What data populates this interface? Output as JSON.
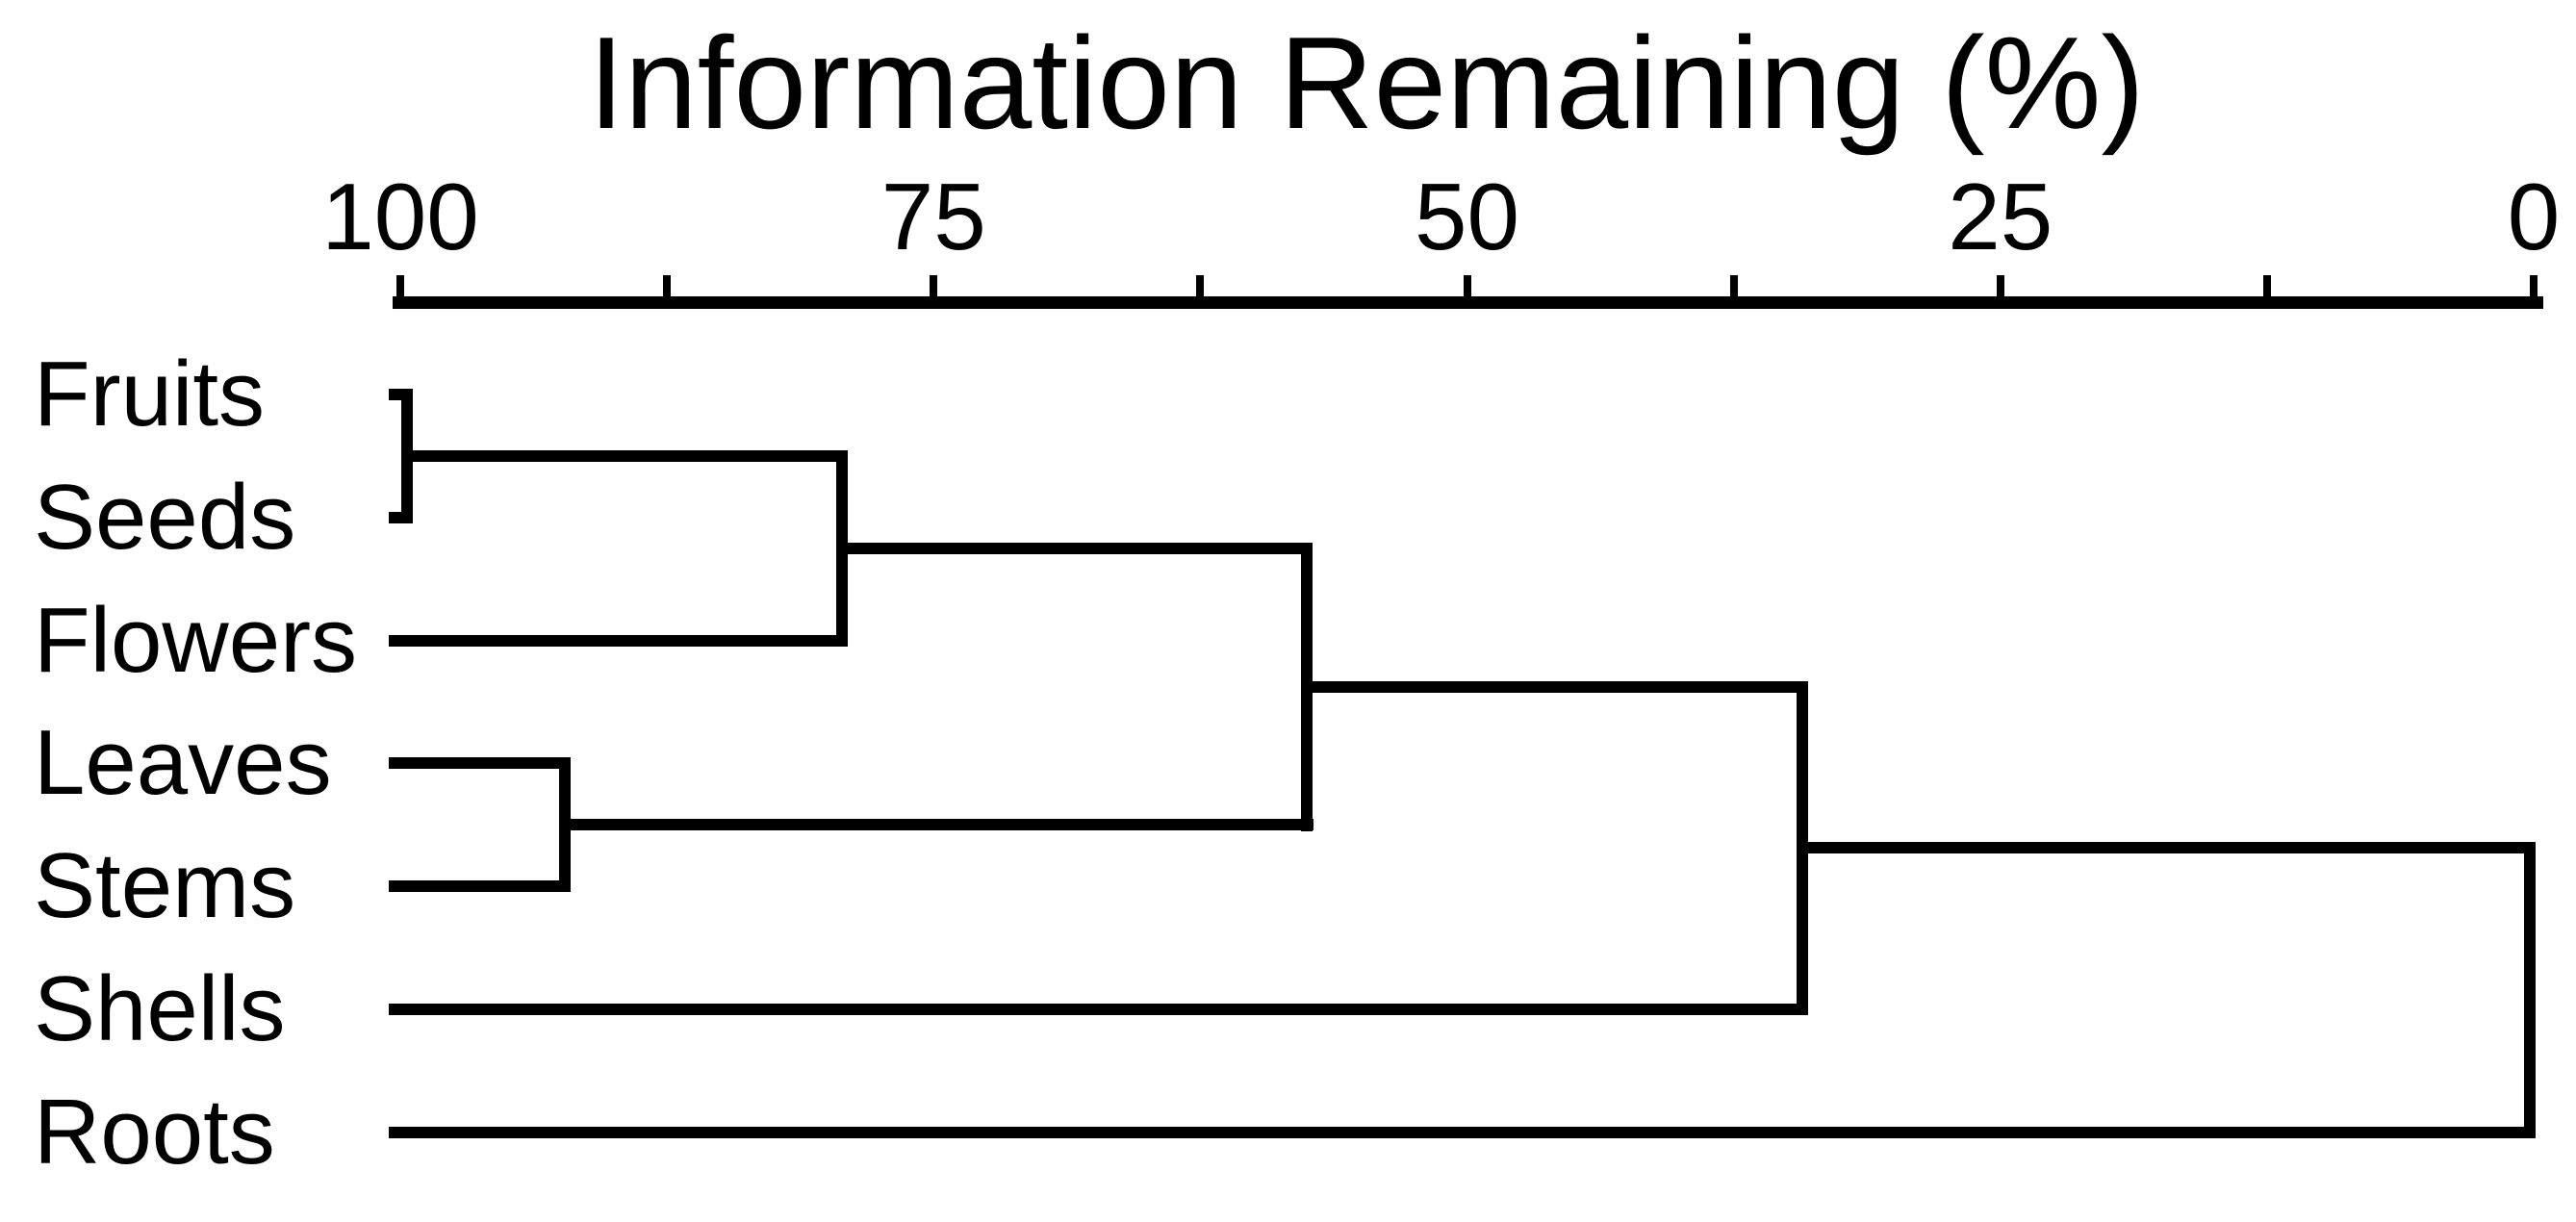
{
  "title": "Information Remaining (%)",
  "colors": {
    "line": "#000000",
    "background": "#ffffff",
    "text": "#000000"
  },
  "axis": {
    "orientation": "horizontal-reversed",
    "range": [
      100,
      0
    ],
    "major_tick_values": [
      100,
      75,
      50,
      25,
      0
    ],
    "major_tick_labels": [
      "100",
      "75",
      "50",
      "25",
      "0"
    ],
    "minor_tick_values": [
      87.5,
      62.5,
      37.5,
      12.5
    ]
  },
  "chart_data": {
    "type": "dendrogram",
    "title": "Information Remaining (%)",
    "xlabel": "Information Remaining (%)",
    "axis_ticks": [
      100,
      75,
      50,
      25,
      0
    ],
    "legend": "none",
    "grid": false,
    "leaves": [
      "Fruits",
      "Seeds",
      "Flowers",
      "Leaves",
      "Stems",
      "Shells",
      "Roots"
    ],
    "merges": [
      {
        "a": 0,
        "b": 1,
        "value": 99.7,
        "clusters_joined": [
          "Fruits",
          "Seeds"
        ]
      },
      {
        "a": 3,
        "b": 4,
        "value": 92.3,
        "clusters_joined": [
          "Leaves",
          "Stems"
        ]
      },
      {
        "a": 7,
        "b": 2,
        "value": 79.3,
        "clusters_joined": [
          "Fruits+Seeds",
          "Flowers"
        ]
      },
      {
        "a": 9,
        "b": 8,
        "value": 57.5,
        "clusters_joined": [
          "Fruits+Seeds+Flowers",
          "Leaves+Stems"
        ]
      },
      {
        "a": 10,
        "b": 5,
        "value": 34.3,
        "clusters_joined": [
          "Fruits+Seeds+Flowers+Leaves+Stems",
          "Shells"
        ]
      },
      {
        "a": 11,
        "b": 6,
        "value": 0.2,
        "clusters_joined": [
          "Fruits+Seeds+Flowers+Leaves+Stems+Shells",
          "Roots"
        ]
      }
    ],
    "merge_value_units": "percent information remaining"
  }
}
